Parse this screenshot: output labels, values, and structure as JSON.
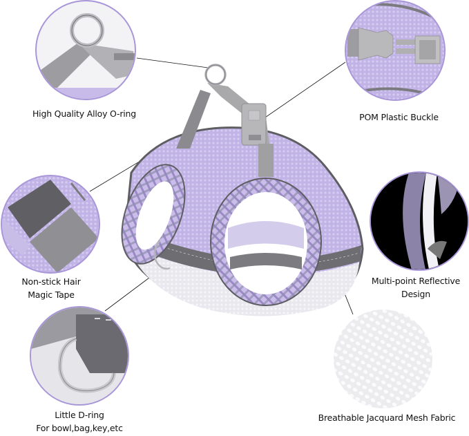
{
  "image": {
    "subject": "Pet harness feature diagram",
    "colors": {
      "lavender": "#b9a9e0",
      "lavender_light": "#d3c8ef",
      "lavender_border": "#a896d8",
      "gray_strap": "#a9a9ab",
      "reflective_gray": "#6d6d72",
      "trim_dark": "#5d5d62",
      "white_mesh": "#ececf0",
      "black": "#000000",
      "leader_line": "#111111"
    }
  },
  "features": [
    {
      "id": "o-ring",
      "title": "High Quality Alloy O-ring",
      "lines": [
        "High Quality Alloy O-ring"
      ]
    },
    {
      "id": "buckle",
      "title": "POM Plastic Buckle",
      "lines": [
        "POM Plastic Buckle"
      ]
    },
    {
      "id": "magic-tape",
      "title": "Non-stick Hair Magic Tape",
      "lines": [
        "Non-stick Hair",
        "Magic Tape"
      ]
    },
    {
      "id": "reflective",
      "title": "Multi-point Reflective Design",
      "lines": [
        "Multi-point Reflective",
        "Design"
      ]
    },
    {
      "id": "d-ring",
      "title": "Little D-ring For bowl,bag,key,etc",
      "lines": [
        "Little D-ring",
        "For bowl,bag,key,etc"
      ]
    },
    {
      "id": "mesh",
      "title": "Breathable Jacquard Mesh Fabric",
      "lines": [
        "Breathable Jacquard Mesh Fabric"
      ]
    }
  ]
}
